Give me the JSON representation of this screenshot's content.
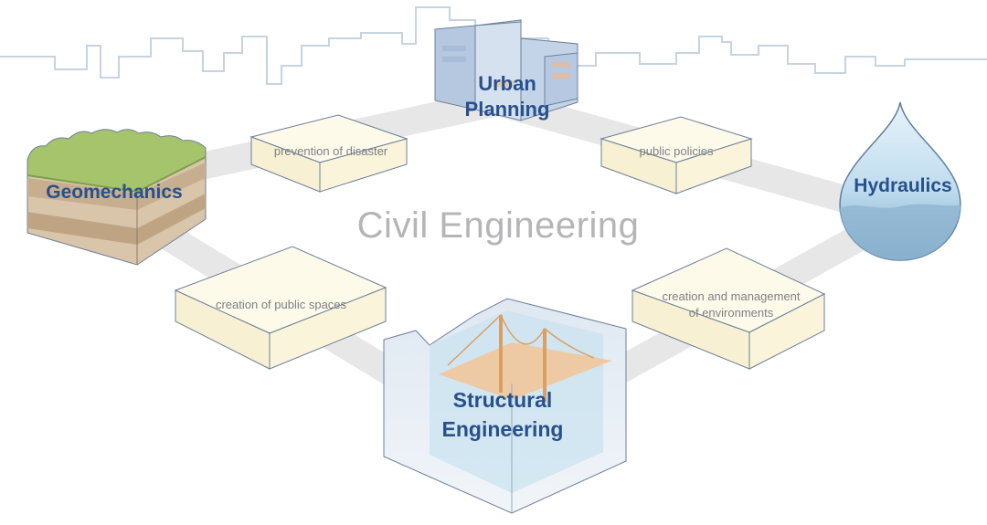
{
  "diagram": {
    "title": "Civil Engineering",
    "disciplines": [
      {
        "id": "urban",
        "name_line1": "Urban",
        "name_line2": "Planning"
      },
      {
        "id": "geo",
        "name_line1": "Geomechanics",
        "name_line2": ""
      },
      {
        "id": "hydro",
        "name_line1": "Hydraulics",
        "name_line2": ""
      },
      {
        "id": "struct",
        "name_line1": "Structural",
        "name_line2": "Engineering"
      }
    ],
    "links": [
      {
        "from": "geo",
        "to": "urban",
        "line1": "prevention of disaster",
        "line2": ""
      },
      {
        "from": "urban",
        "to": "hydro",
        "line1": "public policies",
        "line2": ""
      },
      {
        "from": "geo",
        "to": "struct",
        "line1": "creation of public spaces",
        "line2": ""
      },
      {
        "from": "hydro",
        "to": "struct",
        "line1": "creation and management",
        "line2": "of environments"
      }
    ]
  },
  "colors": {
    "title": "#27508c",
    "connector": "#e6e6e6",
    "link_box_fill": "#fbf7df",
    "link_box_stroke": "#6d7f99",
    "skyline": "#c6d3e0",
    "water": "#a9cfe6",
    "grass": "#9fbf5e",
    "soil": "#d3bfa2"
  }
}
